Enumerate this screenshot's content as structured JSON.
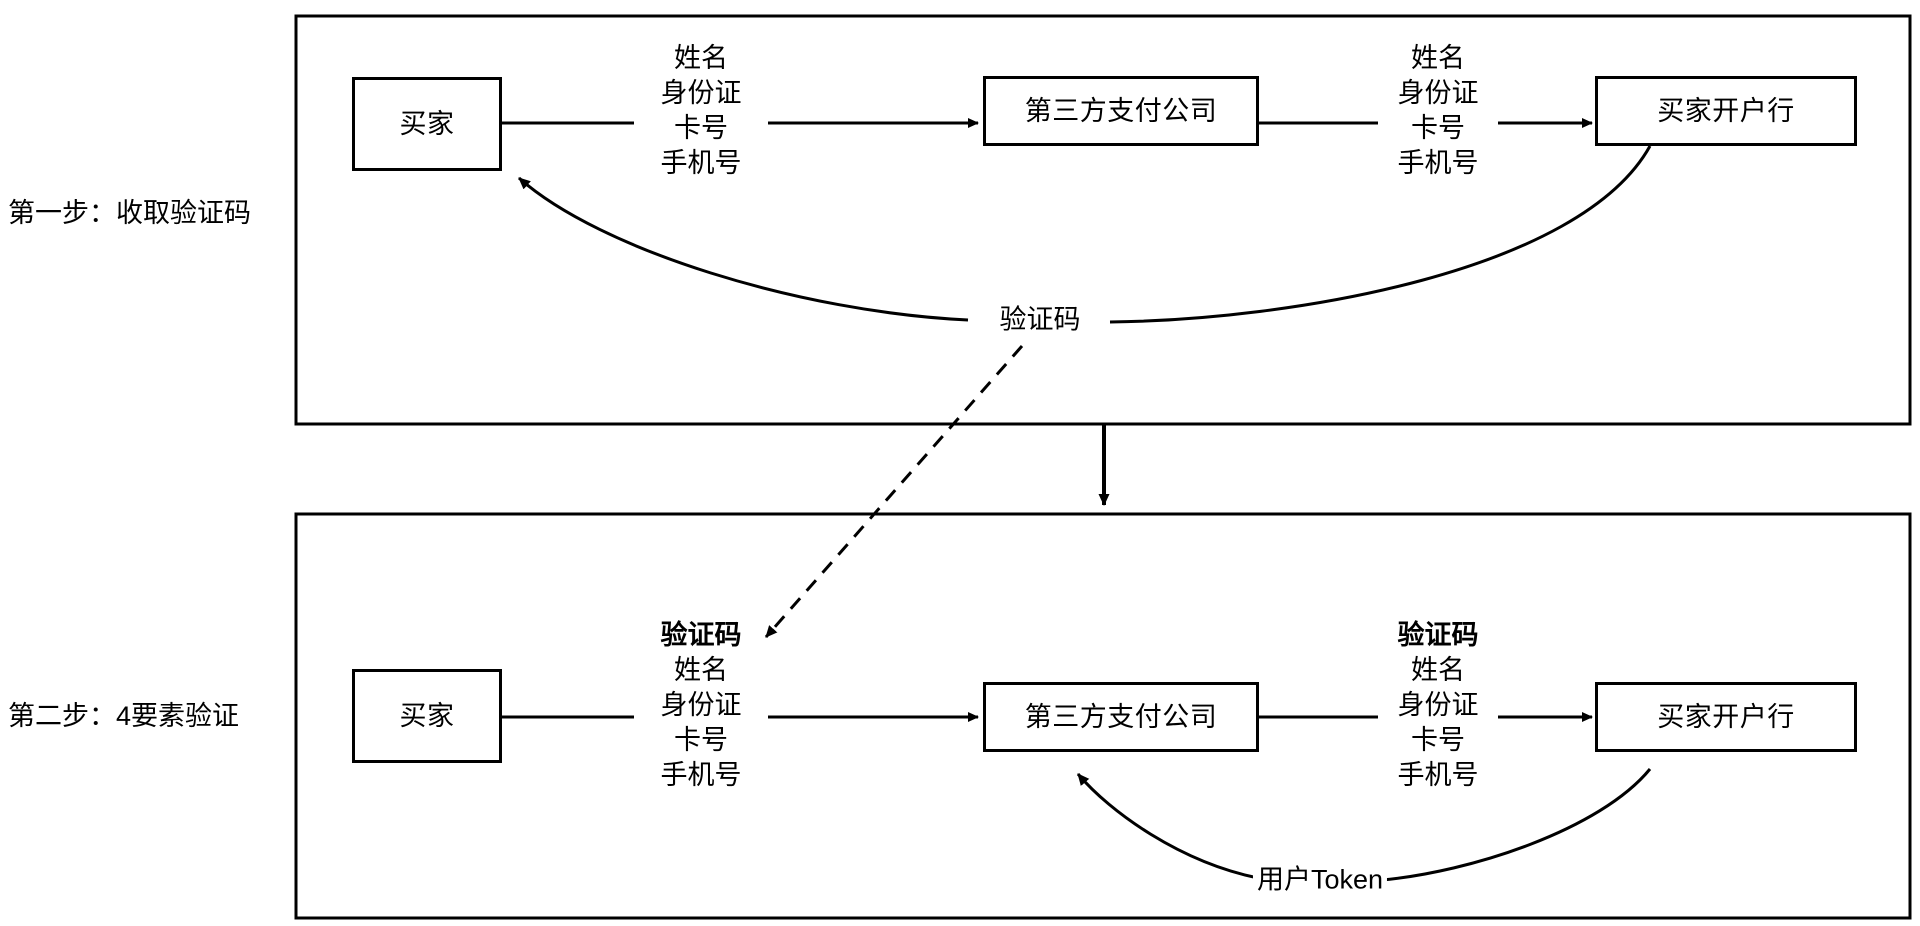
{
  "diagram": {
    "title_hidden": "",
    "stroke_color": "#000000",
    "background_color": "#ffffff",
    "steps": [
      {
        "id": "step1",
        "label": "第一步：收取验证码"
      },
      {
        "id": "step2",
        "label": "第二步：4要素验证"
      }
    ],
    "panel1": {
      "nodes": [
        {
          "id": "buyer1",
          "label": "买家"
        },
        {
          "id": "psp1",
          "label": "第三方支付公司"
        },
        {
          "id": "bank1",
          "label": "买家开户行"
        }
      ],
      "edge_labels": [
        {
          "id": "edge-buyer-psp-1",
          "lines": [
            {
              "text": "姓名",
              "bold": false
            },
            {
              "text": "身份证",
              "bold": false
            },
            {
              "text": "卡号",
              "bold": false
            },
            {
              "text": "手机号",
              "bold": false
            }
          ]
        },
        {
          "id": "edge-psp-bank-1",
          "lines": [
            {
              "text": "姓名",
              "bold": false
            },
            {
              "text": "身份证",
              "bold": false
            },
            {
              "text": "卡号",
              "bold": false
            },
            {
              "text": "手机号",
              "bold": false
            }
          ]
        }
      ],
      "return_label": "验证码"
    },
    "panel2": {
      "nodes": [
        {
          "id": "buyer2",
          "label": "买家"
        },
        {
          "id": "psp2",
          "label": "第三方支付公司"
        },
        {
          "id": "bank2",
          "label": "买家开户行"
        }
      ],
      "edge_labels": [
        {
          "id": "edge-buyer-psp-2",
          "lines": [
            {
              "text": "验证码",
              "bold": true
            },
            {
              "text": "姓名",
              "bold": false
            },
            {
              "text": "身份证",
              "bold": false
            },
            {
              "text": "卡号",
              "bold": false
            },
            {
              "text": "手机号",
              "bold": false
            }
          ]
        },
        {
          "id": "edge-psp-bank-2",
          "lines": [
            {
              "text": "验证码",
              "bold": true
            },
            {
              "text": "姓名",
              "bold": false
            },
            {
              "text": "身份证",
              "bold": false
            },
            {
              "text": "卡号",
              "bold": false
            },
            {
              "text": "手机号",
              "bold": false
            }
          ]
        }
      ],
      "return_label": "用户Token"
    }
  }
}
